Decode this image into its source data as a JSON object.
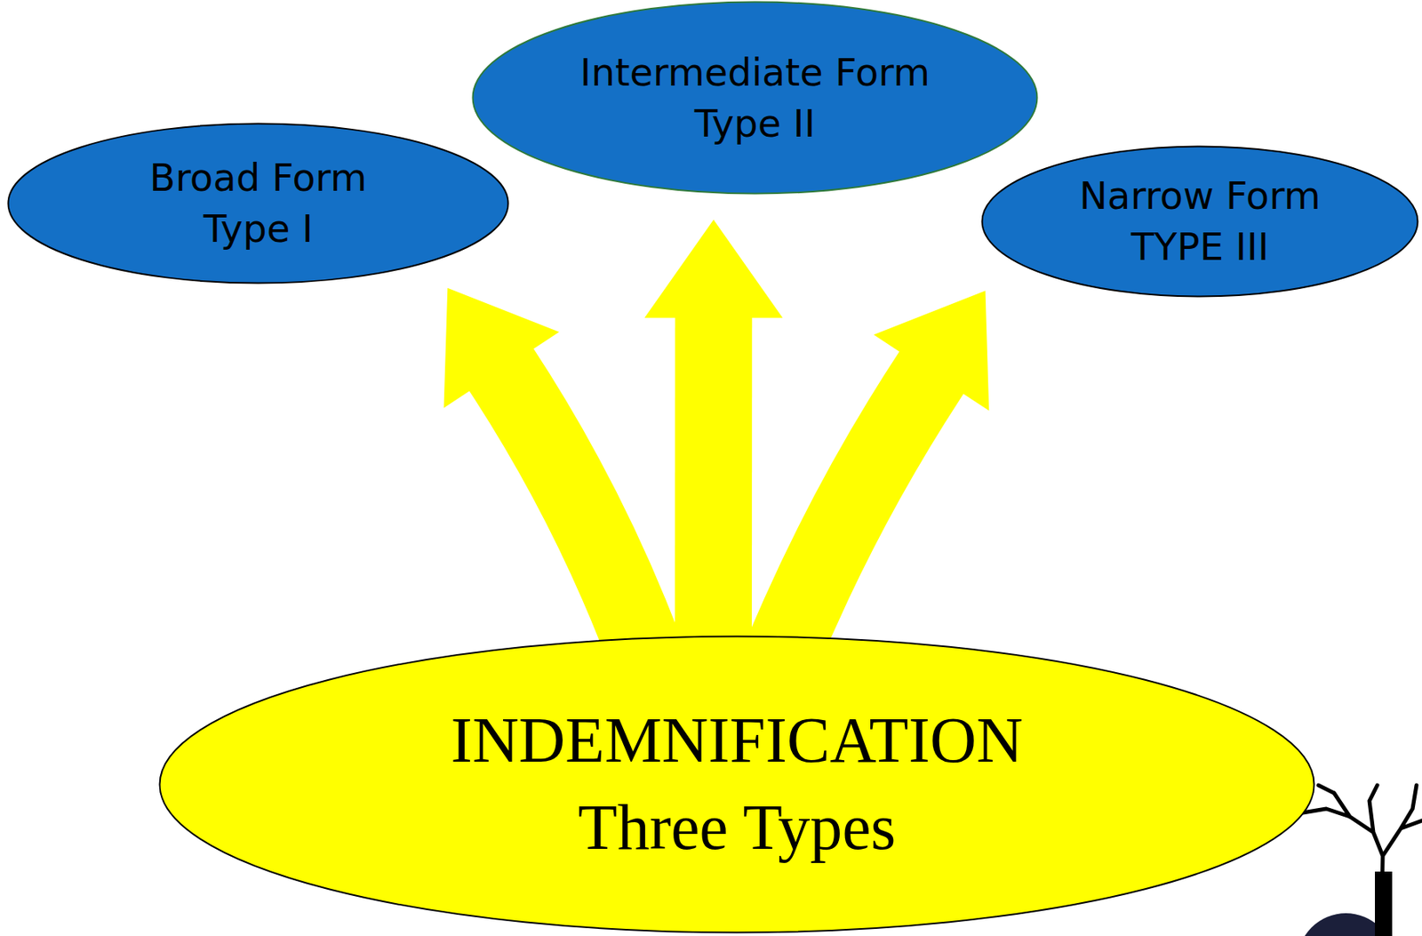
{
  "diagram": {
    "nodes": [
      {
        "text": [
          "Broad Form",
          "Type I"
        ]
      },
      {
        "text": [
          "Intermediate Form",
          "Type II"
        ]
      },
      {
        "text": [
          "Narrow Form",
          "TYPE III"
        ]
      },
      {
        "text": [
          "INDEMNIFICATION",
          "Three Types"
        ]
      }
    ],
    "edges": [
      {
        "from": 3,
        "to": 0,
        "arrow": "to"
      },
      {
        "from": 3,
        "to": 1,
        "arrow": "to"
      },
      {
        "from": 3,
        "to": 2,
        "arrow": "to"
      }
    ]
  }
}
